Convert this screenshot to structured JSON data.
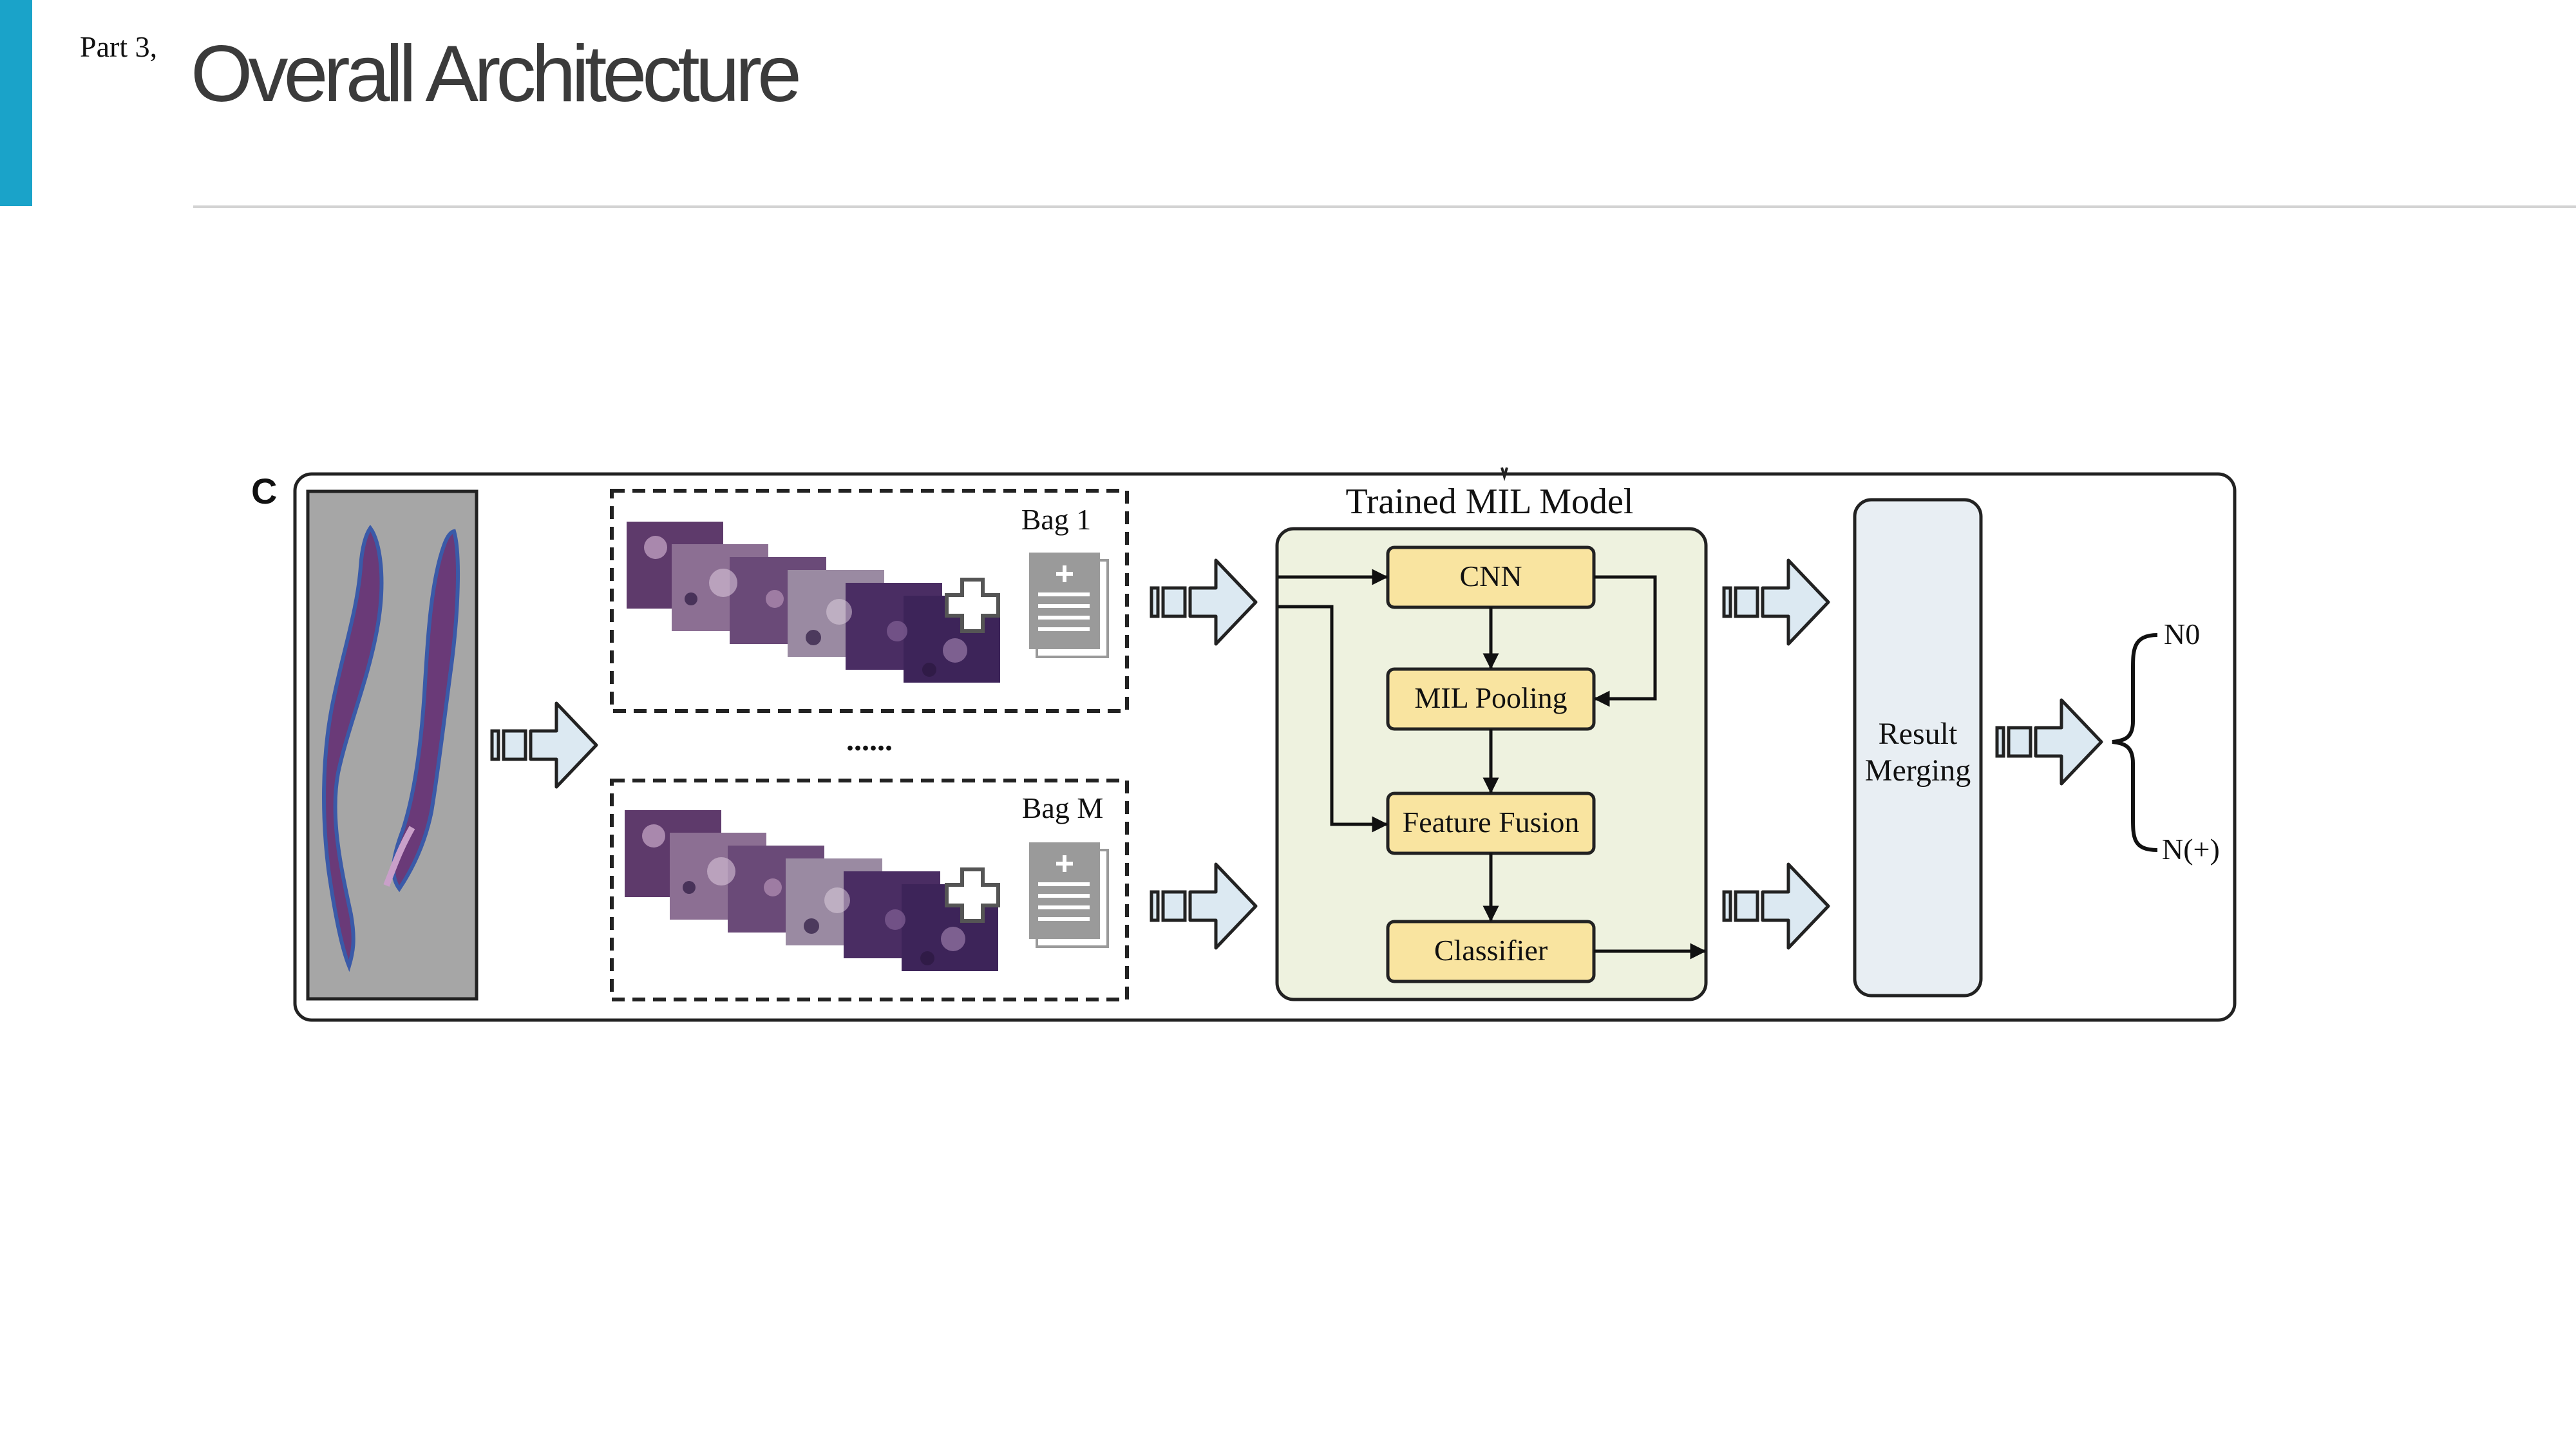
{
  "header": {
    "part_label": "Part 3,",
    "title": "Overall Architecture"
  },
  "figure": {
    "panel_letter": "C",
    "bags": [
      {
        "label": "Bag 1"
      },
      {
        "label": "Bag M"
      }
    ],
    "ellipsis": "......",
    "model": {
      "title": "Trained MIL Model",
      "blocks": {
        "cnn": "CNN",
        "mil_pooling": "MIL Pooling",
        "feature_fusion": "Feature Fusion",
        "classifier": "Classifier"
      }
    },
    "result": {
      "line1": "Result",
      "line2": "Merging"
    },
    "outputs": [
      "N0",
      "N(+)"
    ],
    "colors": {
      "accent": "#1aa3c9",
      "block_fill": "#f9e4a0",
      "model_bg": "#eef2df",
      "result_bg": "#e8eef3",
      "arrow_fill": "#dce9f2",
      "document_gray": "#9a9a9a",
      "tissue_purple": "#6a3a78",
      "slide_bg": "#a6a6a6"
    }
  }
}
